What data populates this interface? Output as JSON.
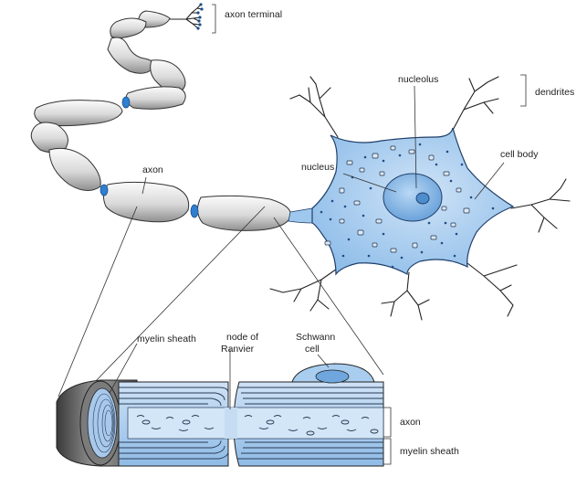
{
  "labels": {
    "axon_terminal": "axon terminal",
    "dendrites": "dendrites",
    "nucleolus": "nucleolus",
    "nucleus": "nucleus",
    "cell_body": "cell body",
    "axon_top": "axon",
    "myelin_sheath_top": "myelin sheath",
    "node_of_ranvier_1": "node of",
    "node_of_ranvier_2": "Ranvier",
    "schwann_cell_1": "Schwann",
    "schwann_cell_2": "cell",
    "axon_right": "axon",
    "myelin_sheath_right": "myelin sheath"
  },
  "colors": {
    "cytoplasm": "#a6cbee",
    "cytoplasm_edge": "#1f3f6a",
    "nucleus": "#7fb2e6",
    "myelin_light": "#f4f4f4",
    "myelin_dark": "#8e8e8e",
    "node": "#2f7fd0",
    "axon_core": "#cfe2f6"
  }
}
